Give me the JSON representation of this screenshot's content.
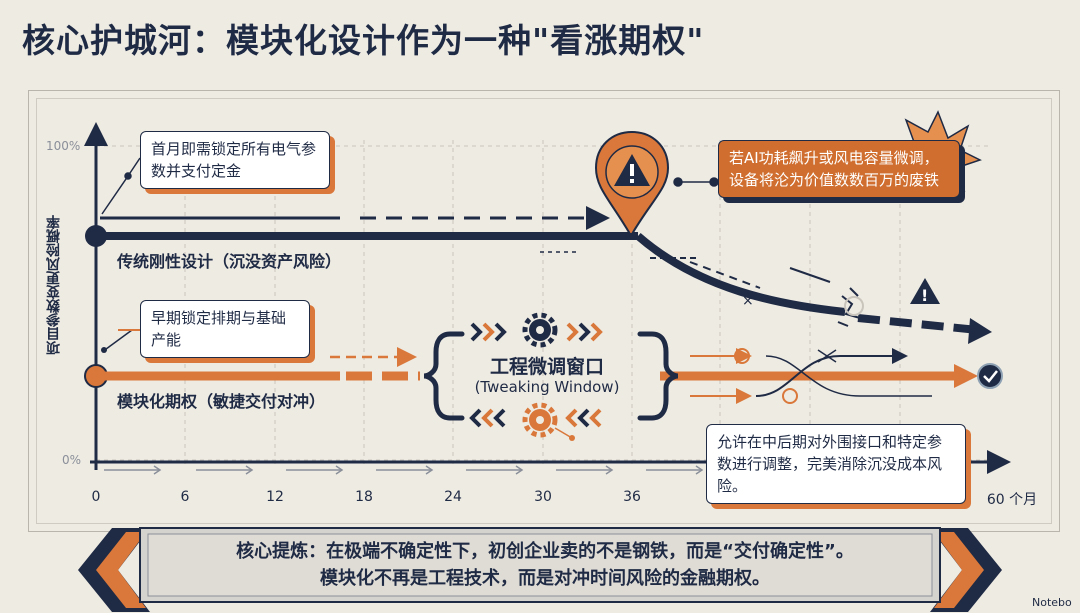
{
  "title": "核心护城河：模块化设计作为一种\"看涨期权\"",
  "y_axis": {
    "label": "项目参数变更风险概率",
    "top": "100%",
    "bottom": "0%"
  },
  "x_axis": {
    "ticks": [
      "0",
      "6",
      "12",
      "18",
      "24",
      "30",
      "36",
      "60 个月"
    ]
  },
  "callouts": {
    "traditional_lock": "首月即需锁定所有电气参数并支付定金",
    "warning": "若AI功耗飙升或风电容量微调，设备将沦为价值数数百万的废铁",
    "modular_lock": "早期锁定排期与基础产能",
    "adjust": "允许在中后期对外围接口和特定参数进行调整，完美消除沉没成本风险。"
  },
  "lanes": {
    "traditional": "传统刚性设计（沉没资产风险）",
    "modular": "模块化期权（敏捷交付对冲）"
  },
  "window": {
    "title": "工程微调窗口",
    "subtitle": "(Tweaking Window)"
  },
  "banner": {
    "line1": "核心提炼：在极端不确定性下，初创企业卖的不是钢铁，而是“交付确定性”。",
    "line2": "模块化不再是工程技术，而是对冲时间风险的金融期权。"
  },
  "brand": "Notebo",
  "colors": {
    "navy": "#1f2a44",
    "orange": "#d9783a",
    "background": "#eeebe3"
  },
  "icons": [
    "warning-pin-icon",
    "explosion-icon",
    "gear-icon",
    "check-circle-icon",
    "warning-triangle-icon"
  ]
}
